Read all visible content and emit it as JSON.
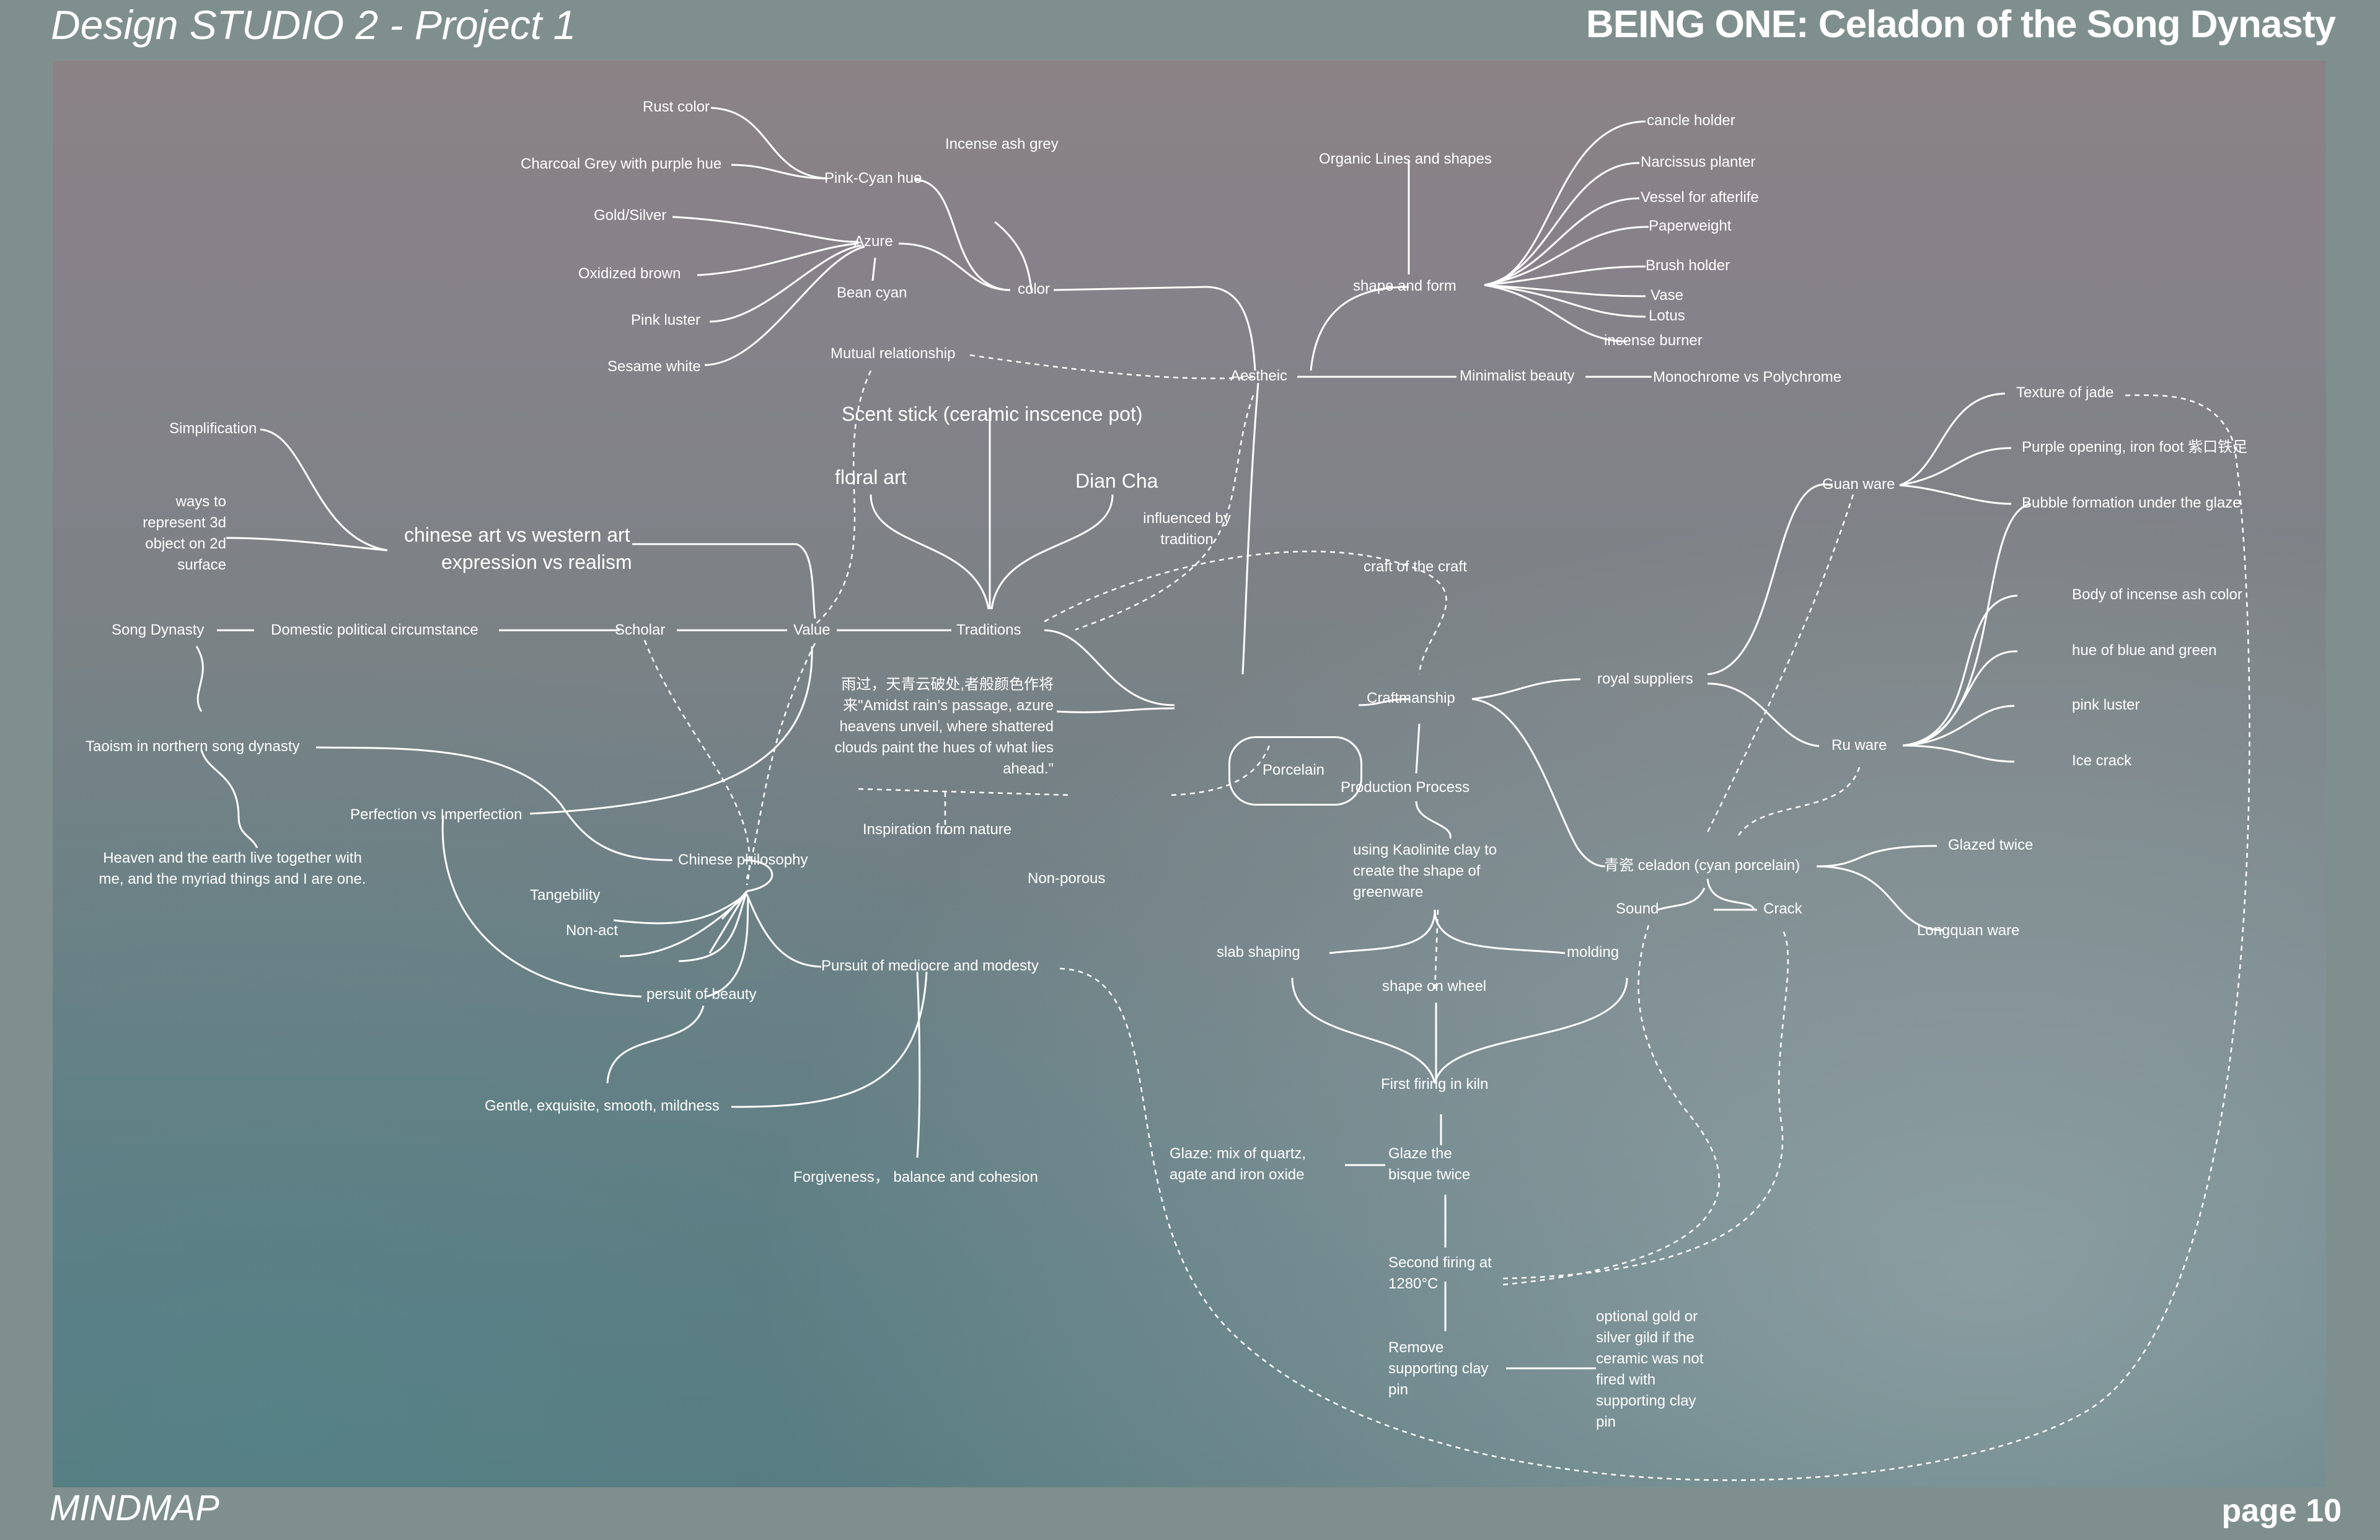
{
  "header": {
    "course": "Design STUDIO 2 - Project 1",
    "project": "BEING ONE: Celadon of the Song Dynasty"
  },
  "footer": {
    "section": "MINDMAP",
    "page": "page 10"
  },
  "mindmap": {
    "center": "Porcelain",
    "nodes": {
      "rust_color": "Rust color",
      "charcoal_grey": "Charcoal Grey with purple hue",
      "pink_cyan": "Pink-Cyan hue",
      "incense_ash_grey": "Incense ash grey",
      "gold_silver": "Gold/Silver",
      "azure": "Azure",
      "oxidized_brown": "Oxidized brown",
      "bean_cyan": "Bean cyan",
      "pink_luster_color": "Pink luster",
      "sesame_white": "Sesame white",
      "color": "color",
      "organic_lines": "Organic Lines and shapes",
      "shape_and_form": "shape and form",
      "candle_holder": "cancle holder",
      "narcissus": "Narcissus planter",
      "vessel": "Vessel for afterlife",
      "paperweight": "Paperweight",
      "brush_holder": "Brush holder",
      "vase": "Vase",
      "lotus": "Lotus",
      "incense_burner": "incense burner",
      "mutual_relationship": "Mutual relationship",
      "aestheic": "Aestheic",
      "minimalist_beauty": "Minimalist beauty",
      "monochrome": "Monochrome vs Polychrome",
      "scent_stick": "Scent stick (ceramic inscence pot)",
      "floral_art": "floral art",
      "dian_cha": "Dian Cha",
      "influenced_by_tradition": "influenced by tradition",
      "craft_of_craft": "craft of the craft",
      "simplification": "Simplification",
      "ways_to_represent": "ways to represent 3d object on 2d surface",
      "chinese_vs_western": "chinese art vs western art",
      "expression_vs_realism": "expression vs realism",
      "song_dynasty": "Song Dynasty",
      "domestic_political": "Domestic political circumstance",
      "scholar": "Scholar",
      "value": "Value",
      "traditions": "Traditions",
      "poem": "雨过，天青云破处,者般颜色作将来\"Amidst rain's passage, azure heavens unveil, where shattered clouds paint the hues of what lies ahead.\"",
      "inspiration": "Inspiration from nature",
      "taoism": "Taoism in northern song dynasty",
      "perfection": "Perfection vs Imperfection",
      "heaven_earth": "Heaven and the earth live together with me, and the myriad things and I are one.",
      "chinese_philosophy": "Chinese philosophy",
      "non_porous": "Non-porous",
      "tangebility": "Tangebility",
      "non_act": "Non-act",
      "persuit_of_beauty": "persuit of beauty",
      "pursuit_mediocre": "Pursuit of mediocre and modesty",
      "gentle": "Gentle, exquisite, smooth, mildness",
      "forgiveness": "Forgiveness，  balance and cohesion",
      "craftmanship": "Craftmanship",
      "production_process": "Production Process",
      "kaolinite": "using Kaolinite clay to create the shape of greenware",
      "slab_shaping": "slab shaping",
      "molding": "molding",
      "shape_on_wheel": "shape on wheel",
      "first_firing": "First firing in kiln",
      "glaze_mix": "Glaze: mix of quartz, agate and iron oxide",
      "glaze_bisque": "Glaze the bisque twice",
      "second_firing": "Second firing at 1280°C",
      "remove_clay_pin": "Remove supporting clay pin",
      "optional_gold": "optional gold or silver gild if the ceramic was not fired with supporting clay pin",
      "royal_suppliers": "royal suppliers",
      "guan_ware": "Guan ware",
      "texture_of_jade": "Texture of jade",
      "purple_opening": "Purple opening, iron foot 紫口铁足",
      "bubble_formation": "Bubble formation under the glaze",
      "ru_ware": "Ru ware",
      "body_incense_ash": "Body of incense ash color",
      "hue_blue_green": "hue of blue and green",
      "pink_luster_ru": "pink luster",
      "ice_crack": "Ice crack",
      "celadon": "青瓷 celadon (cyan porcelain)",
      "glazed_twice": "Glazed twice",
      "longquan_ware": "Longquan ware",
      "sound": "Sound",
      "crack": "Crack"
    }
  }
}
